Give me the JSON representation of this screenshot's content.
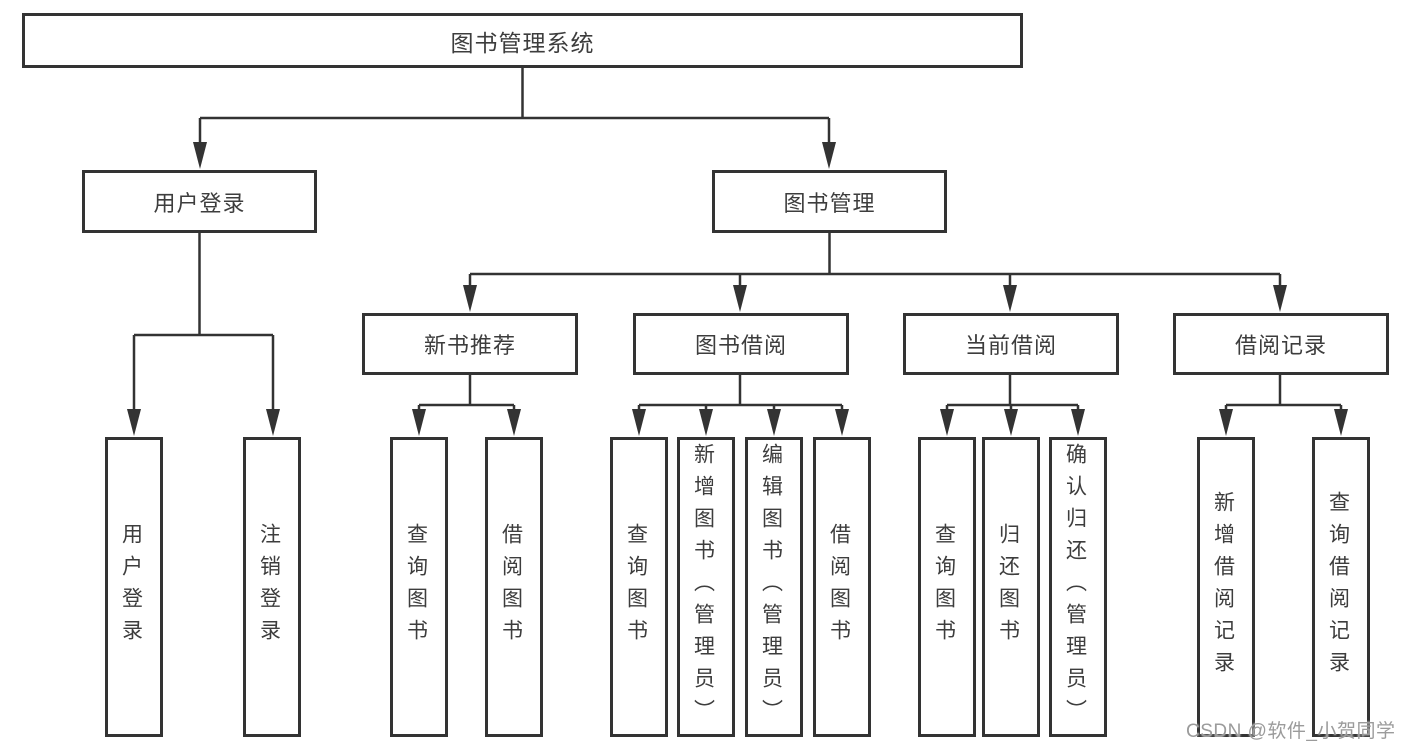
{
  "diagram": {
    "title": "图书管理系统",
    "branches": [
      {
        "label": "用户登录",
        "children": [
          {
            "label": "用户登录"
          },
          {
            "label": "注销登录"
          }
        ]
      },
      {
        "label": "图书管理",
        "children": [
          {
            "label": "新书推荐",
            "children": [
              {
                "label": "查询图书"
              },
              {
                "label": "借阅图书"
              }
            ]
          },
          {
            "label": "图书借阅",
            "children": [
              {
                "label": "查询图书"
              },
              {
                "label": "新增图书（管理员）"
              },
              {
                "label": "编辑图书（管理员）"
              },
              {
                "label": "借阅图书"
              }
            ]
          },
          {
            "label": "当前借阅",
            "children": [
              {
                "label": "查询图书"
              },
              {
                "label": "归还图书"
              },
              {
                "label": "确认归还（管理员）"
              }
            ]
          },
          {
            "label": "借阅记录",
            "children": [
              {
                "label": "新增借阅记录"
              },
              {
                "label": "查询借阅记录"
              }
            ]
          }
        ]
      }
    ],
    "watermark": "CSDN @软件_小贺同学",
    "colors": {
      "line": "#333333",
      "text": "#3d3d3d",
      "background": "#ffffff",
      "watermark": "#9b9b9b"
    }
  }
}
